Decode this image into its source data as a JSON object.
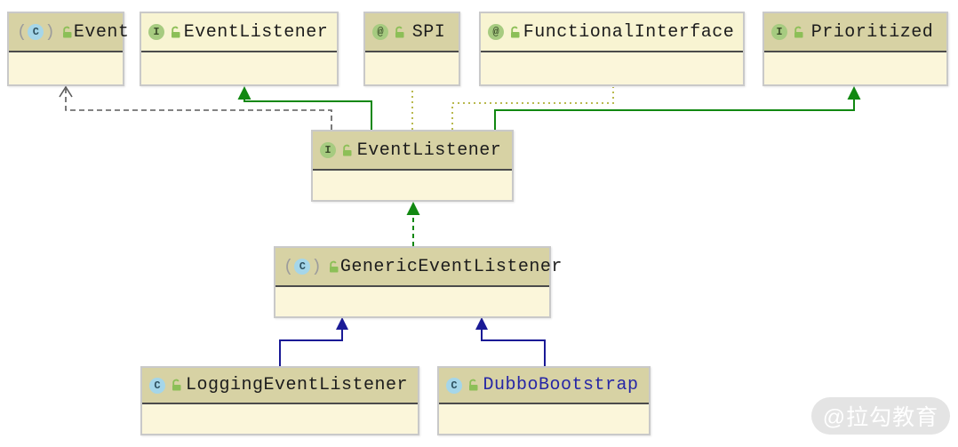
{
  "diagram": {
    "nodes": {
      "event": {
        "label": "Event",
        "kind": "class",
        "icon_letter": "C",
        "decorators": "parentheses",
        "header": "dark"
      },
      "event_listener_top": {
        "label": "EventListener",
        "kind": "interface",
        "icon_letter": "I",
        "header": "light"
      },
      "spi": {
        "label": "SPI",
        "kind": "annotation",
        "icon_letter": "@",
        "header": "dark"
      },
      "functional_interface": {
        "label": "FunctionalInterface",
        "kind": "annotation",
        "icon_letter": "@",
        "header": "light"
      },
      "prioritized": {
        "label": "Prioritized",
        "kind": "interface",
        "icon_letter": "I",
        "header": "dark"
      },
      "event_listener_mid": {
        "label": "EventListener",
        "kind": "interface",
        "icon_letter": "I",
        "header": "dark"
      },
      "generic_event_listener": {
        "label": "GenericEventListener",
        "kind": "class",
        "icon_letter": "C",
        "decorators": "parentheses",
        "header": "dark"
      },
      "logging_event_listener": {
        "label": "LoggingEventListener",
        "kind": "class",
        "icon_letter": "C",
        "header": "dark"
      },
      "dubbo_bootstrap": {
        "label": "DubboBootstrap",
        "kind": "class",
        "icon_letter": "C",
        "header": "dark",
        "label_color": "#2626a6"
      }
    },
    "edges": [
      {
        "from": "EventListener (center)",
        "to": "Event",
        "type": "dependency",
        "style": "dashed",
        "color": "#5a5a5a"
      },
      {
        "from": "EventListener (center)",
        "to": "EventListener",
        "type": "extends",
        "style": "solid",
        "color": "#118811"
      },
      {
        "from": "EventListener (center)",
        "to": "SPI",
        "type": "annotation",
        "style": "dotted",
        "color": "#b9b94e"
      },
      {
        "from": "EventListener (center)",
        "to": "FunctionalInterface",
        "type": "annotation",
        "style": "dotted",
        "color": "#b9b94e"
      },
      {
        "from": "EventListener (center)",
        "to": "Prioritized",
        "type": "extends",
        "style": "solid",
        "color": "#118811"
      },
      {
        "from": "GenericEventListener",
        "to": "EventListener (center)",
        "type": "implements",
        "style": "dashed",
        "color": "#118811"
      },
      {
        "from": "LoggingEventListener",
        "to": "GenericEventListener",
        "type": "extends",
        "style": "solid",
        "color": "#1a1a96"
      },
      {
        "from": "DubboBootstrap",
        "to": "GenericEventListener",
        "type": "extends",
        "style": "solid",
        "color": "#1a1a96"
      }
    ]
  },
  "glyphs": {
    "paren_open": "(",
    "paren_close": ")"
  },
  "watermark": {
    "text": "@拉勾教育"
  },
  "colors": {
    "node_header_dark": "#d7d2a4",
    "node_header_light": "#f8f4d2",
    "node_body": "#fbf6da",
    "node_border": "#c9c9c9",
    "separator": "#4b4b4b",
    "edge_interface_green": "#118811",
    "edge_class_navy": "#1a1a96",
    "edge_dependency_gray": "#5a5a5a",
    "edge_annotation_olive": "#b9b94e",
    "class_icon_blue": "#a5d6e9",
    "interface_icon_green": "#a6cb80",
    "lock_green": "#8cbf57",
    "dubbo_label_blue": "#2626a6",
    "watermark_bg": "#e4e4e4",
    "watermark_text": "#ffffff"
  }
}
